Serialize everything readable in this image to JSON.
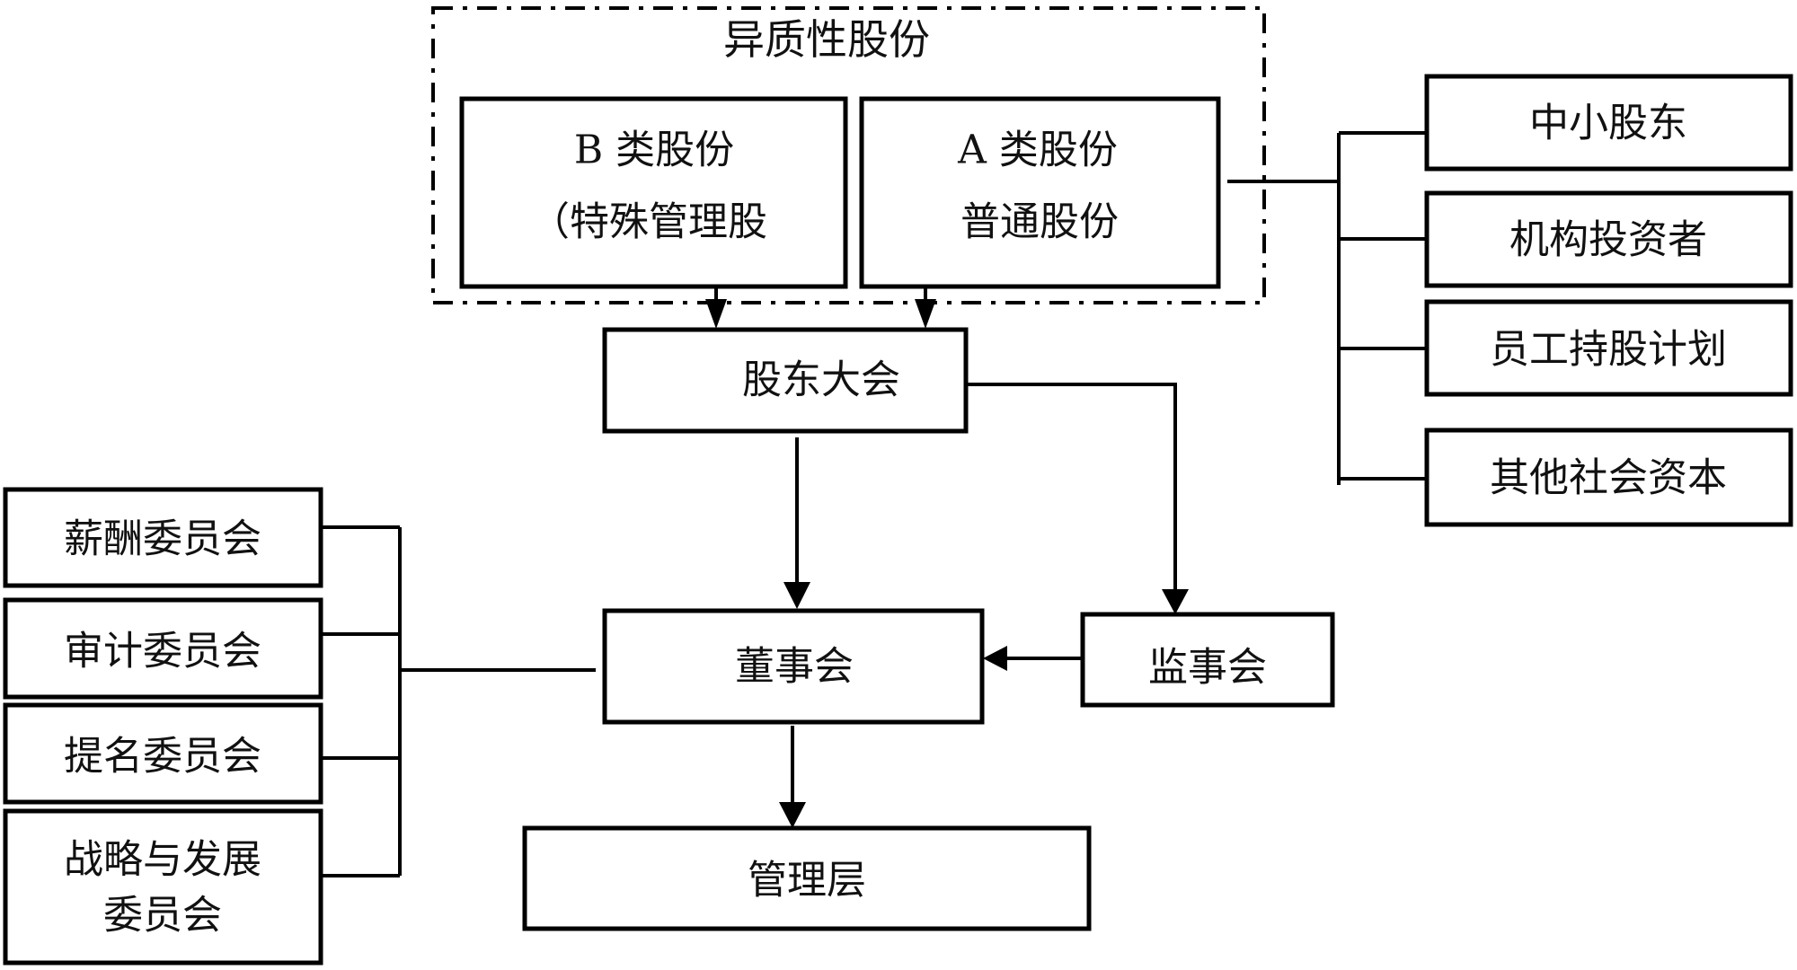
{
  "diagram": {
    "group": {
      "title": "异质性股份",
      "b_shares": {
        "line1": "B 类股份",
        "line2": "（特殊管理股"
      },
      "a_shares": {
        "line1": "A 类股份",
        "line2": "普通股份"
      }
    },
    "shareholders_meeting": "股东大会",
    "board": "董事会",
    "supervisory_board": "监事会",
    "management": "管理层",
    "shareholder_types": [
      "中小股东",
      "机构投资者",
      "员工持股计划",
      "其他社会资本"
    ],
    "committees": [
      {
        "line1": "薪酬委员会"
      },
      {
        "line1": "审计委员会"
      },
      {
        "line1": "提名委员会"
      },
      {
        "line1": "战略与发展",
        "line2": "委员会"
      }
    ]
  }
}
